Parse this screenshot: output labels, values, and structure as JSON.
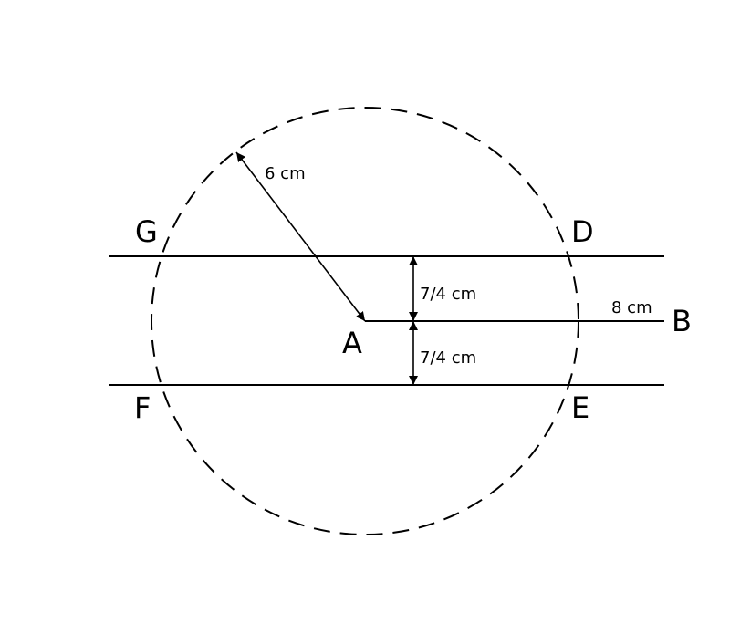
{
  "diagram": {
    "points": {
      "A": "A",
      "B": "B",
      "D": "D",
      "E": "E",
      "F": "F",
      "G": "G"
    },
    "dimensions": {
      "radius": "6 cm",
      "upper_gap": "7/4 cm",
      "lower_gap": "7/4 cm",
      "segment_ab": "8 cm"
    }
  }
}
